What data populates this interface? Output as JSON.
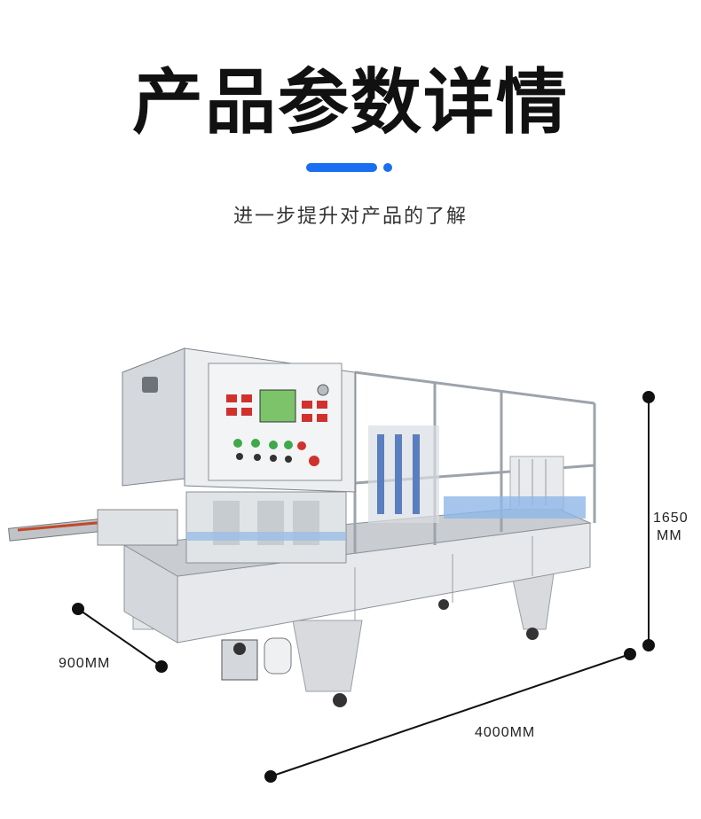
{
  "header": {
    "title": "产品参数详情",
    "subtitle": "进一步提升对产品的了解"
  },
  "dimensions": {
    "height_value": "1650",
    "height_unit": "MM",
    "width": "900MM",
    "length": "4000MM"
  },
  "colors": {
    "accent": "#1a6ff0",
    "machine_body": "#e4e6e9",
    "control_screen": "#7cc36a",
    "panel_button_red": "#d0312d"
  }
}
